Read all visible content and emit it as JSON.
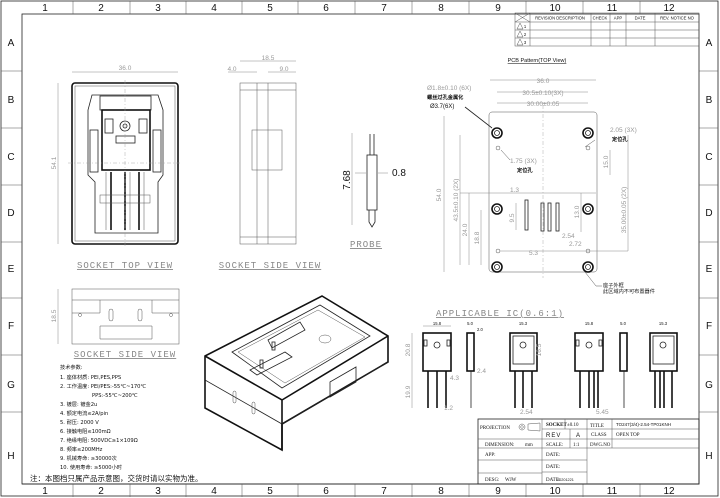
{
  "frame": {
    "columns": [
      "1",
      "2",
      "3",
      "4",
      "5",
      "6",
      "7",
      "8",
      "9",
      "10",
      "11",
      "12"
    ],
    "rows": [
      "A",
      "B",
      "C",
      "D",
      "E",
      "F",
      "G",
      "H"
    ]
  },
  "revision_table": {
    "headers": [
      "REVISION DESCRIPTION",
      "CHECK",
      "APP",
      "DATE",
      "REV. NOTICE NO"
    ],
    "rows": [
      "1",
      "2",
      "3"
    ]
  },
  "socket_top_view": {
    "label": "SOCKET TOP VIEW",
    "width_dim": "36.0",
    "height_dim": "54.1"
  },
  "socket_side_view": {
    "label": "SOCKET SIDE VIEW",
    "total_dim": "18.5",
    "left_dim": "4.0",
    "right_dim": "9.0"
  },
  "probe": {
    "label": "PROBE",
    "length_dim": "7.68",
    "dia_dim": "0.8"
  },
  "pcb_pattern": {
    "title": "PCB Pattern(TOP View)",
    "dims": {
      "width": "36.0",
      "pitch_3x": "30.5±0.10(3X)",
      "pitch": "30.00±0.05",
      "hole_dia": "Ø1.8±0.10 (6X)",
      "hole_note": "螺丝过孔金属化",
      "pad_dia": "Ø3.7(6X)",
      "loc_hole_right": "2.05 (3X)",
      "loc_hole_right_label": "定位孔",
      "loc_hole_left": "1.75 (3X)",
      "loc_hole_left_label": "定位孔",
      "height": "54.0",
      "h_43_5": "43.5±0.10 (2X)",
      "h_24": "24.0",
      "h_18_8": "18.8",
      "h_15": "15.0",
      "h_35": "35.00±0.05 (2X)",
      "h_13": "13.0",
      "h_9_5": "9.5",
      "w_1_3": "1.3",
      "p_2_54": "2.54",
      "p_2_72": "2.72",
      "w_5_3": "5.3"
    },
    "outline_note_1": "座子外框",
    "outline_note_2": "此区域内不可布置器件"
  },
  "applicable_ic": {
    "title": "APPLICABLE IC(0.6:1)",
    "dims": [
      "15.8",
      "5.0",
      "2.0",
      "15.3",
      "20.8",
      "16.5",
      "4.3",
      "2.4",
      "1.2",
      "19.9",
      "2.54",
      "5.45"
    ]
  },
  "socket_side_view_2": {
    "label": "SOCKET SIDE VIEW",
    "height_dim": "18.5"
  },
  "tech_specs": {
    "heading": "技术参数:",
    "items": [
      "1. 座体材质: PEI,PES,PPS",
      "2. 工作温度: PEI/PES:-55℃~170℃",
      "PPS:-55℃~200℃",
      "3. 镀层: 镀金2u",
      "4. 额定电流≤2A/pin",
      "5. 耐压: 2000 V",
      "6. 接触电阻≤100mΩ",
      "7. 绝缘电阻: 500VDC≥1×109Ω",
      "8. 频率≤200MHz",
      "9. 机械寿命: ≥30000次",
      "10. 使用寿命: ≥5000小时"
    ],
    "footnote": "注：本图档只属产品示意图，交货时请以实物为准。"
  },
  "title_block": {
    "projection_label": "PROJECTION",
    "rev_label": "REV",
    "rev_value": "A",
    "tolerance": "±0.10",
    "logo_text": "SOCKET",
    "title_label": "TITLE",
    "title_value": "TO247(3/4)-2.54-TP01KNH",
    "class_label": "CLASS",
    "class_value": "OPEN TOP",
    "dimension_label": "DIMENSION:",
    "dimension_value": "mm",
    "scale_label": "SCALE:",
    "scale_value": "1:1",
    "dwg_no_label": "DWG.NO",
    "app_label": "APP:",
    "date_label_1": "DATE:",
    "date_label_2": "DATE:",
    "desg_label": "DESG:",
    "desg_value": "WJW",
    "date_label_3": "DATE:",
    "date_value": "20201221"
  }
}
